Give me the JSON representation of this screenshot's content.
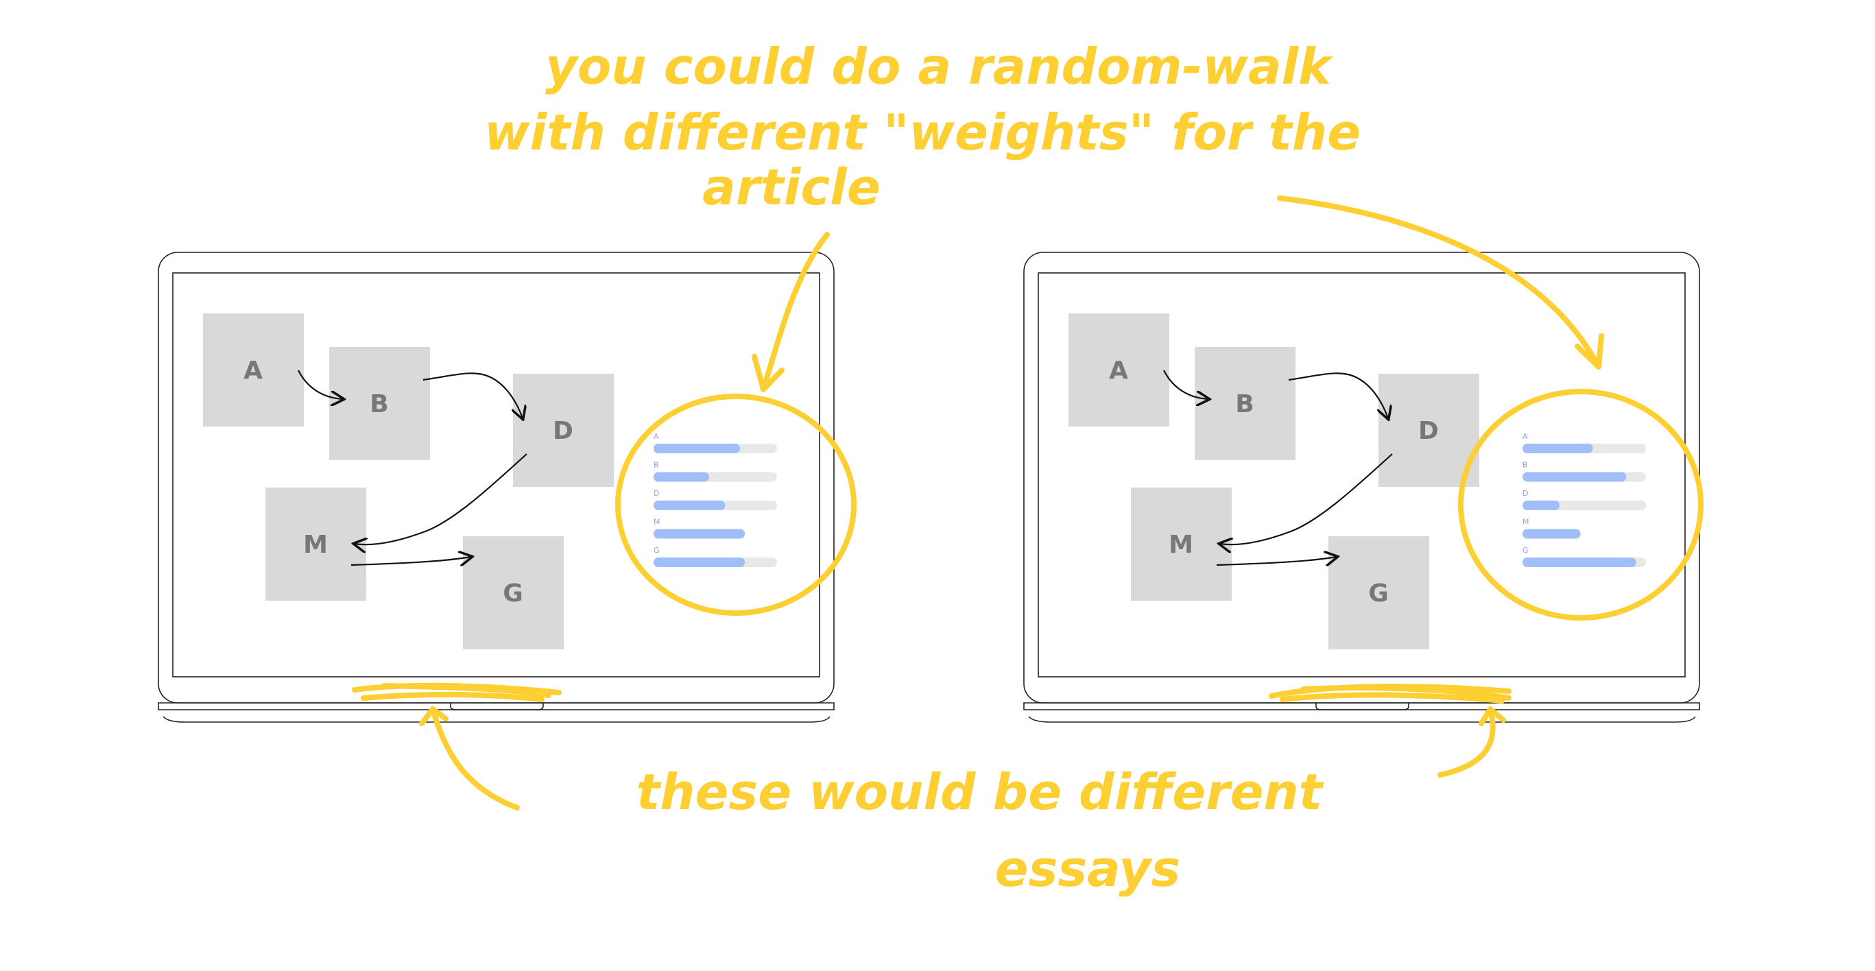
{
  "annotations": {
    "line1": "you could do a random-walk",
    "line2": "with different \"weights\" for the",
    "line3": "article",
    "line4": "these would be different",
    "line5": "essays"
  },
  "colors": {
    "highlight": "#FDCF33",
    "bar_fill": "#A0BEF8",
    "bar_track": "#E8E8E8",
    "node": "#D9D9D9"
  },
  "laptops": [
    {
      "nodes": [
        "A",
        "B",
        "D",
        "M",
        "G"
      ],
      "weights": [
        {
          "label": "A",
          "value": 0.7,
          "track": true
        },
        {
          "label": "B",
          "value": 0.45,
          "track": true
        },
        {
          "label": "D",
          "value": 0.58,
          "track": true
        },
        {
          "label": "M",
          "value": 0.74,
          "track": false
        },
        {
          "label": "G",
          "value": 0.74,
          "track": true
        }
      ]
    },
    {
      "nodes": [
        "A",
        "B",
        "D",
        "M",
        "G"
      ],
      "weights": [
        {
          "label": "A",
          "value": 0.57,
          "track": true
        },
        {
          "label": "B",
          "value": 0.84,
          "track": true
        },
        {
          "label": "D",
          "value": 0.3,
          "track": true
        },
        {
          "label": "M",
          "value": 0.47,
          "track": false
        },
        {
          "label": "G",
          "value": 0.92,
          "track": true
        }
      ]
    }
  ]
}
